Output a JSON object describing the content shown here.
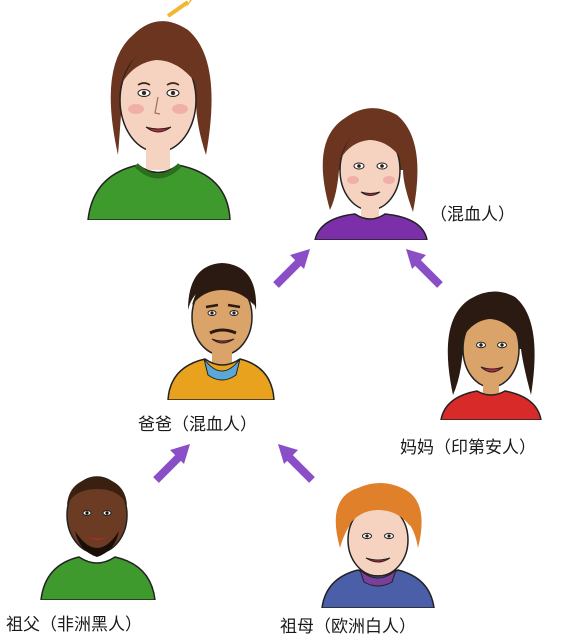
{
  "people": {
    "child": {
      "label": "",
      "portrait": "young-woman-green-sweater"
    },
    "daughter": {
      "label": "（混血人）",
      "portrait": "woman-purple-blouse"
    },
    "father": {
      "label": "爸爸（混血人）",
      "portrait": "man-orange-jacket"
    },
    "mother": {
      "label": "妈妈（印第安人）",
      "portrait": "woman-red-top"
    },
    "grandfather": {
      "label": "祖父（非洲黑人）",
      "portrait": "man-green-shirt"
    },
    "grandmother": {
      "label": "祖母（欧洲白人）",
      "portrait": "old-woman-blue-coat"
    }
  },
  "colors": {
    "arrow": "#8a4fc6",
    "yellow_arrow": "#f2b630",
    "skin_light": "#f6d3c0",
    "skin_tan": "#d9a36a",
    "skin_dark": "#6b3b24",
    "hair_brown": "#6b3520",
    "hair_black": "#2a1a12",
    "hair_orange": "#e0802a",
    "green": "#3f9a2e",
    "purple": "#7b2fa8",
    "orange": "#e8a21e",
    "red": "#d92a2a",
    "blue": "#4b5fa8"
  }
}
